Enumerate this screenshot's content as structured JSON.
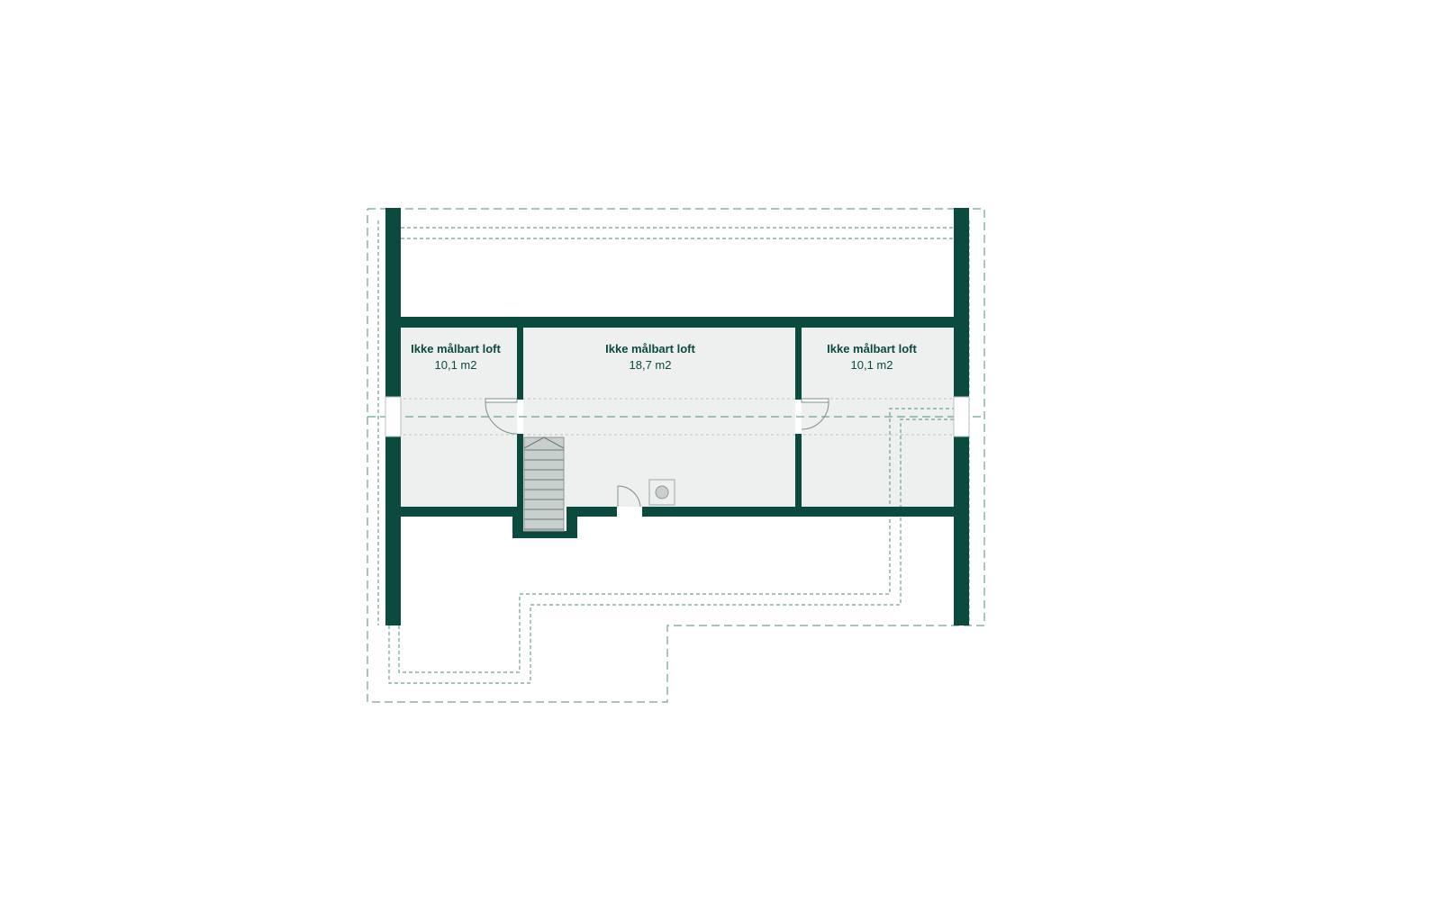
{
  "colors": {
    "wall": "#0a4a3f",
    "floor": "#eef0ef",
    "outline": "#6fa096",
    "beam": "#b5c2bf",
    "label": "#0a4a3f"
  },
  "rooms": [
    {
      "name": "Ikke målbart loft",
      "area": "10,1 m2"
    },
    {
      "name": "Ikke målbart loft",
      "area": "18,7 m2"
    },
    {
      "name": "Ikke målbart loft",
      "area": "10,1 m2"
    }
  ]
}
